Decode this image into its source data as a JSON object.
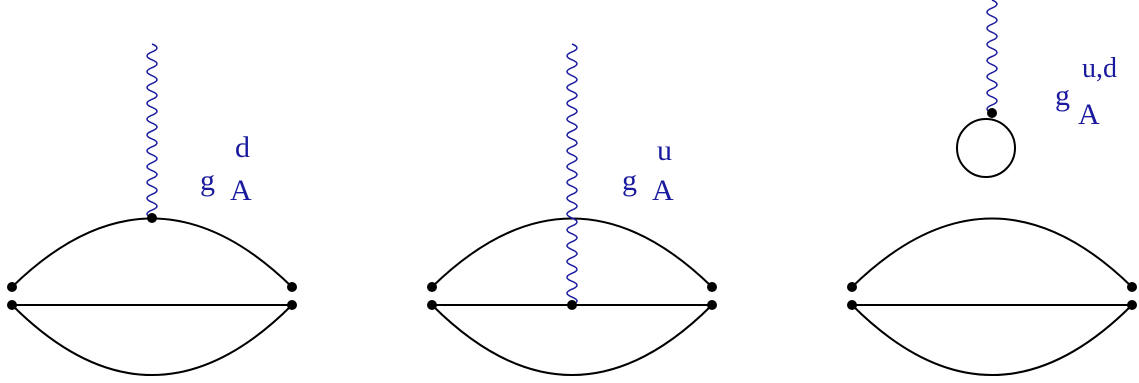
{
  "diagrams": [
    {
      "label": {
        "base": "g",
        "sub": "A",
        "sup": "d"
      }
    },
    {
      "label": {
        "base": "g",
        "sub": "A",
        "sup": "u"
      }
    },
    {
      "label": {
        "base": "g",
        "sub": "A",
        "sup": "u,d"
      }
    }
  ],
  "colors": {
    "line": "#000000",
    "photon": "#1a1a9e",
    "label": "#1a1a9e",
    "vertex": "#000000"
  }
}
